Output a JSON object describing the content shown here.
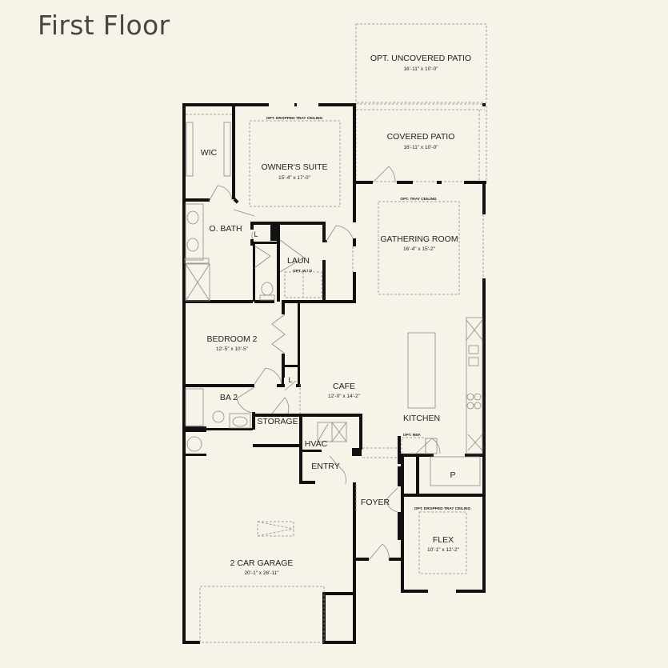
{
  "title": "First Floor",
  "rooms": {
    "opt_uncovered_patio": {
      "name": "OPT. UNCOVERED PATIO",
      "dims": "16'-11\" x 10'-0\""
    },
    "covered_patio": {
      "name": "COVERED PATIO",
      "dims": "16'-11\" x 10'-0\""
    },
    "owners_suite": {
      "name": "OWNER'S SUITE",
      "dims": "15'-4\" x 17'-0\"",
      "note": "OPT. DROPPED TRAY CEILING"
    },
    "wic": {
      "name": "WIC"
    },
    "o_bath": {
      "name": "O. BATH"
    },
    "linen_1": {
      "name": "L"
    },
    "laun": {
      "name": "LAUN",
      "note": "OPT. W / D"
    },
    "gathering_room": {
      "name": "GATHERING ROOM",
      "dims": "16'-4\" x 15'-2\"",
      "note": "OPT. TRAY CEILING"
    },
    "bedroom_2": {
      "name": "BEDROOM 2",
      "dims": "12'-5\" x 10'-5\""
    },
    "linen_2": {
      "name": "L"
    },
    "ba_2": {
      "name": "BA 2"
    },
    "storage": {
      "name": "STORAGE"
    },
    "cafe": {
      "name": "CAFE",
      "dims": "12'-0\" x 14'-2\""
    },
    "kitchen": {
      "name": "KITCHEN",
      "note": "OPT. REF."
    },
    "hvac": {
      "name": "HVAC"
    },
    "entry": {
      "name": "ENTRY"
    },
    "pantry": {
      "name": "P"
    },
    "foyer": {
      "name": "FOYER"
    },
    "flex": {
      "name": "FLEX",
      "dims": "10'-1\" x 12'-2\"",
      "note": "OPT. DROPPED TRAY CEILING"
    },
    "garage": {
      "name": "2 CAR GARAGE",
      "dims": "20'-1\" x 26'-11\""
    }
  },
  "colors": {
    "background": "#f7f3e9",
    "wall": "#111111",
    "title": "#4a463f"
  }
}
